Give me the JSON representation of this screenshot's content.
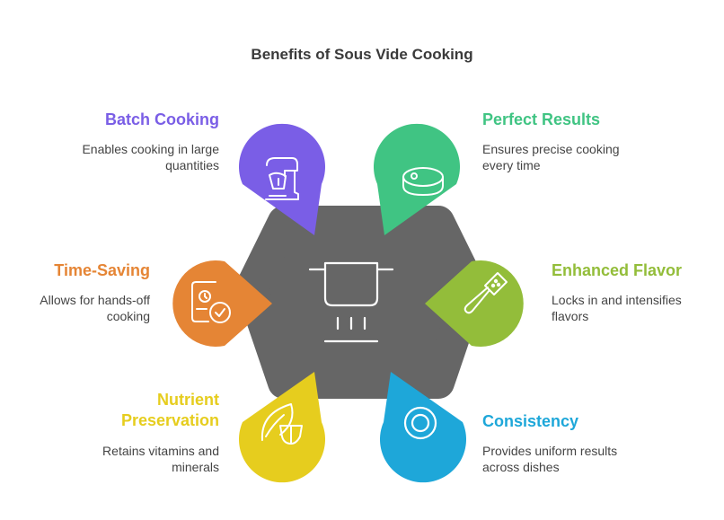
{
  "title": "Benefits of Sous Vide Cooking",
  "center": {
    "icon": "sous-vide-pot-icon",
    "color": "#666666"
  },
  "benefits": [
    {
      "heading": "Batch Cooking",
      "description": "Enables cooking in large quantities",
      "color": "#7a5ee6",
      "icon": "stand-mixer-icon"
    },
    {
      "heading": "Perfect Results",
      "description": "Ensures precise cooking every time",
      "color": "#40c483",
      "icon": "steak-icon"
    },
    {
      "heading": "Time-Saving",
      "description": "Allows for hands-off cooking",
      "color": "#e58535",
      "icon": "clock-document-icon"
    },
    {
      "heading": "Enhanced Flavor",
      "description": "Locks in and intensifies flavors",
      "color": "#93bd3a",
      "icon": "spatula-icon"
    },
    {
      "heading": "Nutrient Preservation",
      "description": "Retains vitamins and minerals",
      "color": "#e6cd1e",
      "icon": "leaf-icon"
    },
    {
      "heading": "Consistency",
      "description": "Provides uniform results across dishes",
      "color": "#1ea7d9",
      "icon": "target-icon"
    }
  ]
}
